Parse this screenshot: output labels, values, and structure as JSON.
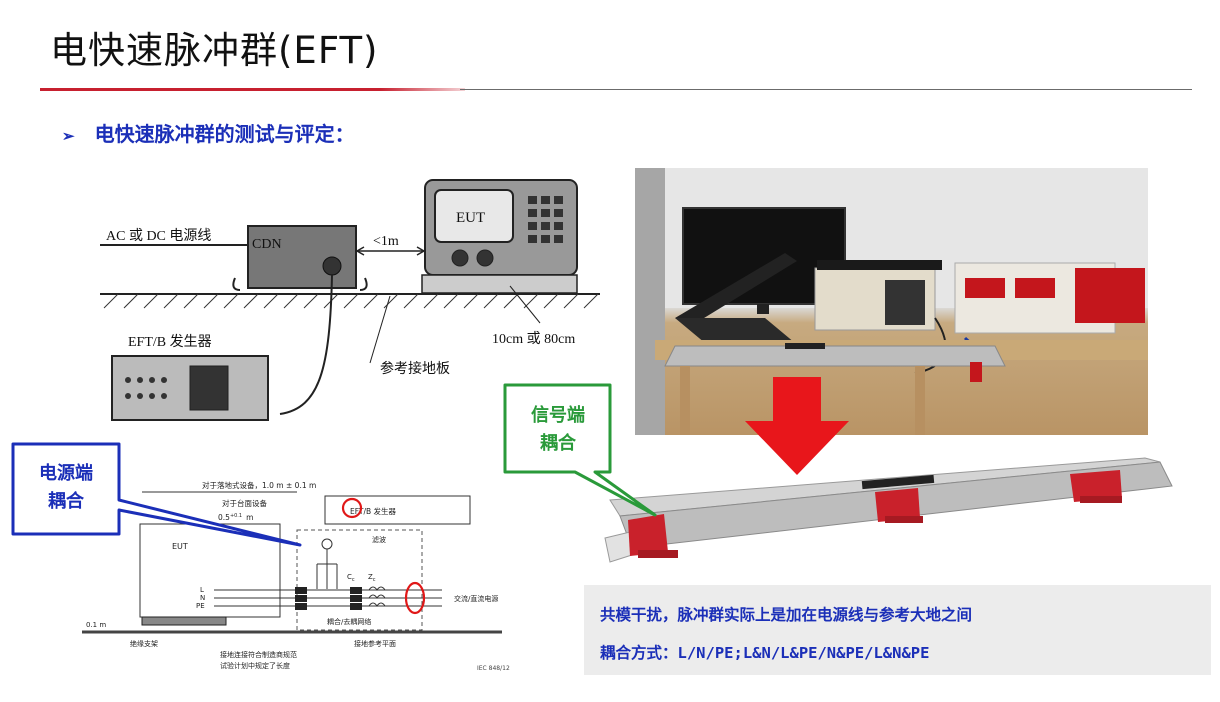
{
  "header": {
    "title": "电快速脉冲群(EFT)"
  },
  "section": {
    "bullet_marker": "➢",
    "heading": "电快速脉冲群的测试与评定："
  },
  "diagram_top": {
    "eut": "EUT",
    "cdn": "CDN",
    "ac_line": "AC 或 DC 电源线",
    "distance": "<1m",
    "generator": "EFT/B 发生器",
    "height": "10cm 或 80cm",
    "ground_plate": "参考接地板"
  },
  "diagram_bottom": {
    "floor_note": "对于落地式设备，1.0 m ± 0.1 m",
    "table_note": "对于台面设备",
    "table_dist": "0.5",
    "table_tol_up": "+0.1",
    "table_tol_dn": "0",
    "table_unit": "m",
    "eut": "EUT",
    "generator_box": "EFT/B 发生器",
    "filter": "滤波",
    "cc": "C",
    "cc_sub": "c",
    "zc": "Z",
    "zc_sub": "c",
    "line_l": "L",
    "line_n": "N",
    "line_pe": "PE",
    "ac_dc_supply": "交流/直流电源",
    "network": "耦合/去耦网络",
    "height": "0.1 m",
    "insulation": "绝缘支架",
    "ground_ref": "接地参考平面",
    "note1": "接地连接符合制造商规范",
    "note2": "试验计划中规定了长度",
    "iec": "IEC 848/12"
  },
  "callouts": {
    "power_line1": "电源端",
    "power_line2": "耦合",
    "signal_line1": "信号端",
    "signal_line2": "耦合"
  },
  "note": {
    "line1": "共模干扰，脉冲群实际上是加在电源线与参考大地之间",
    "line2": "耦合方式：L/N/PE;L&N/L&PE/N&PE/L&N&PE"
  },
  "colors": {
    "accent_red": "#c7202f",
    "text_blue": "#1b2fb8",
    "callout_blue": "#1b2fb8",
    "callout_green": "#2a9a3a",
    "arrow_red": "#e8161b"
  }
}
